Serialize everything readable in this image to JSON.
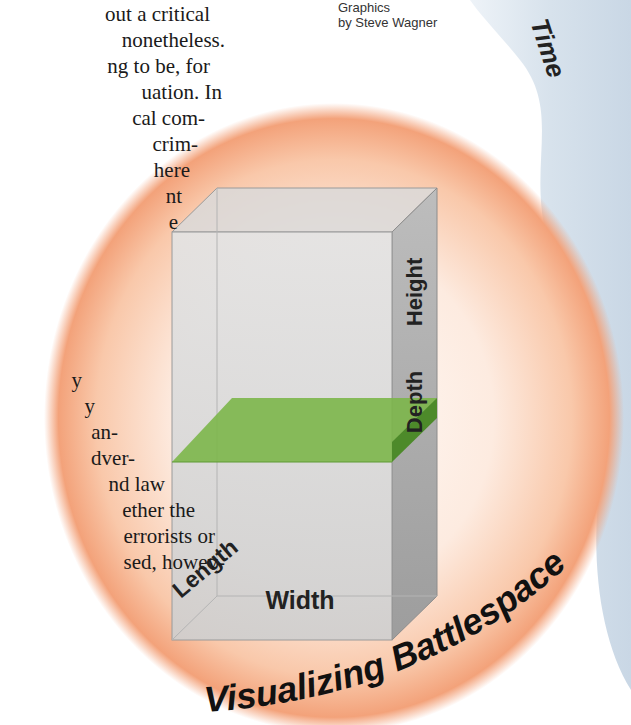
{
  "diagram": {
    "title": "Visualizing Battlespace",
    "labels": [
      "Graphics",
      "by Steve Wagner",
      "Time",
      "Height",
      "Depth",
      "Length",
      "Width",
      "out a critical",
      "nonetheless.",
      "ng to be, for",
      "uation. In",
      "cal com-",
      "crim-",
      "here",
      "nt",
      "e",
      "y",
      "y",
      "an-",
      "dver-",
      "nd law",
      "ether the",
      "errorists or",
      "sed, howev-"
    ]
  }
}
